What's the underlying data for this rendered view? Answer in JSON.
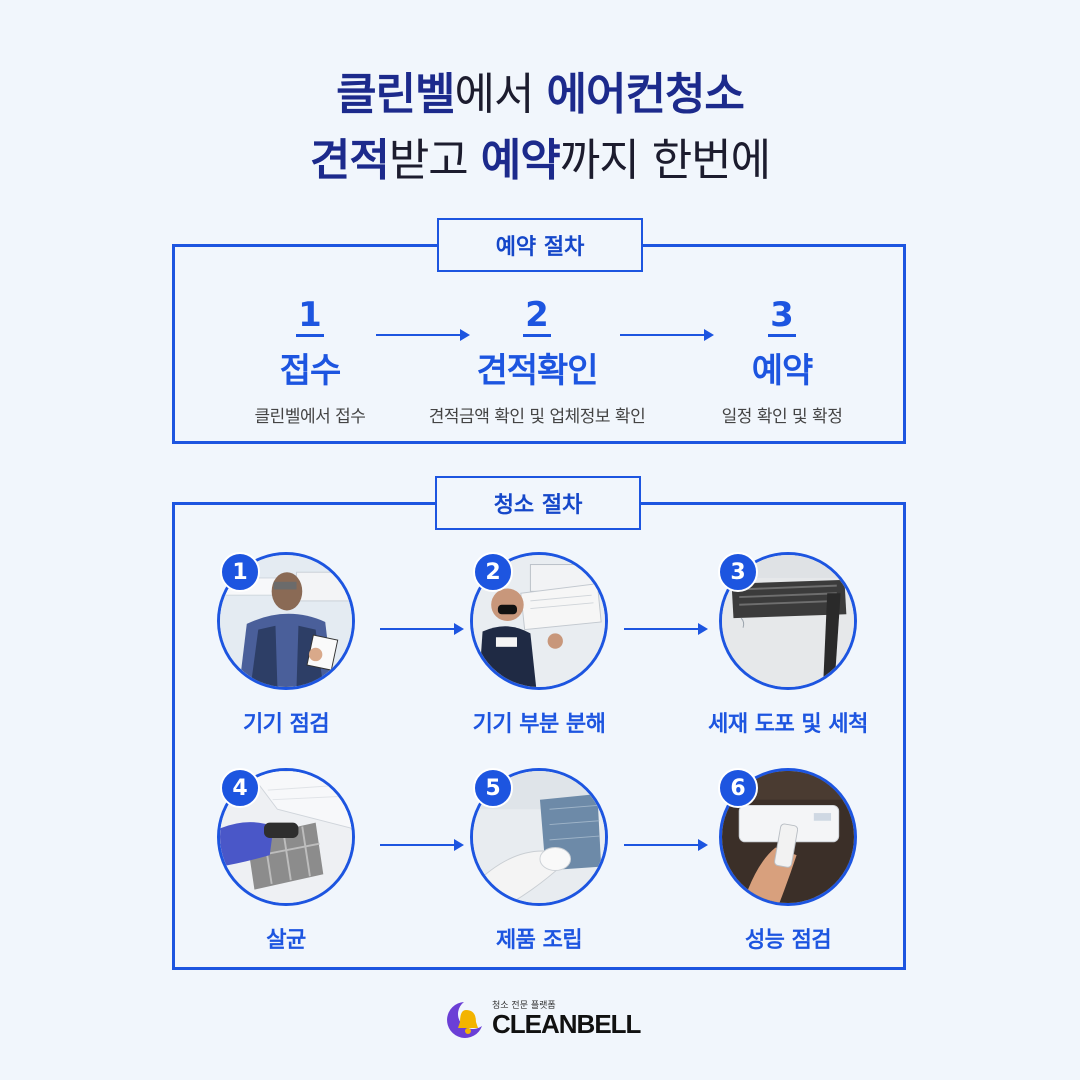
{
  "headline": {
    "line1": [
      {
        "text": "클린벨",
        "bold": true
      },
      {
        "text": "에서 ",
        "bold": false
      },
      {
        "text": "에어컨청소",
        "bold": true
      }
    ],
    "line2": [
      {
        "text": "견적",
        "bold": true
      },
      {
        "text": "받고 ",
        "bold": false
      },
      {
        "text": "예약",
        "bold": true
      },
      {
        "text": "까지 한번에",
        "bold": false
      }
    ]
  },
  "reservation": {
    "tag": "예약 절차",
    "steps": [
      {
        "num": "1",
        "title": "접수",
        "desc": "클린벨에서 접수"
      },
      {
        "num": "2",
        "title": "견적확인",
        "desc": "견적금액 확인 및 업체정보 확인"
      },
      {
        "num": "3",
        "title": "예약",
        "desc": "일정 확인 및 확정"
      }
    ]
  },
  "cleaning": {
    "tag": "청소 절차",
    "steps": [
      {
        "num": "1",
        "label": "기기 점검",
        "icon": "technician-inspecting-photo"
      },
      {
        "num": "2",
        "label": "기기 부분 분해",
        "icon": "technician-disassembling-photo"
      },
      {
        "num": "3",
        "label": "세재 도포 및 세척",
        "icon": "ac-washing-photo"
      },
      {
        "num": "4",
        "label": "살균",
        "icon": "filter-sterilizing-photo"
      },
      {
        "num": "5",
        "label": "제품 조립",
        "icon": "ac-assembly-photo"
      },
      {
        "num": "6",
        "label": "성능 점검",
        "icon": "remote-test-photo"
      }
    ]
  },
  "logo": {
    "sub": "청소 전문 플랫폼",
    "name": "CLEANBELL"
  },
  "colors": {
    "accent": "#1d55e0",
    "headline_bold": "#1c2a8c",
    "background": "#f1f6fc"
  }
}
